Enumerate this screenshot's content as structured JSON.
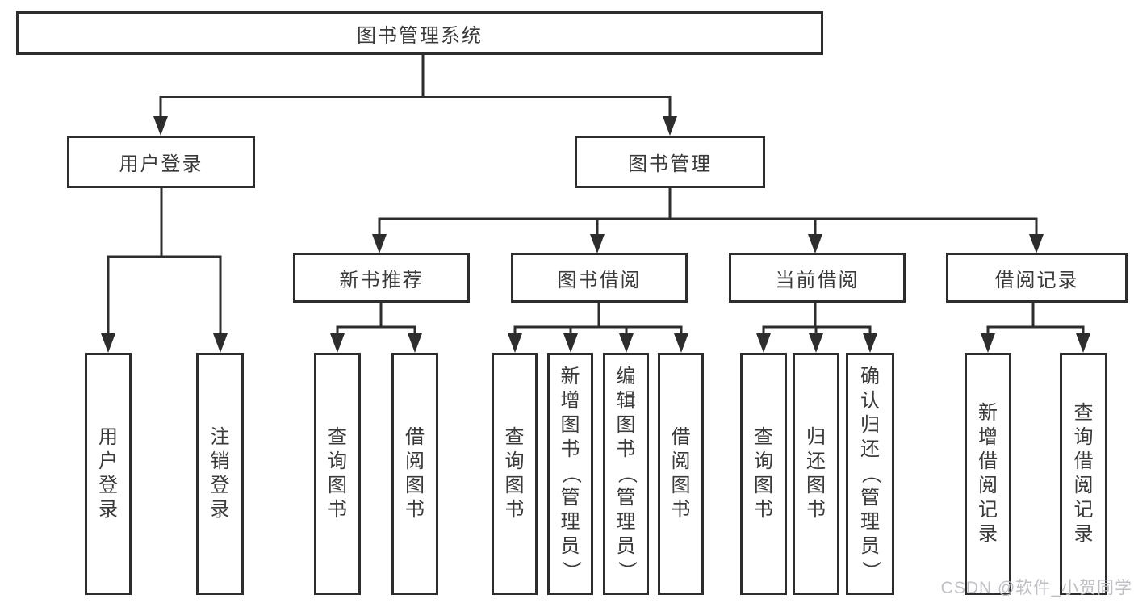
{
  "tree": {
    "root": "图书管理系统",
    "userLogin": {
      "label": "用户登录",
      "leaves": [
        "用户登录",
        "注销登录"
      ]
    },
    "bookManagement": {
      "label": "图书管理",
      "groups": [
        {
          "label": "新书推荐",
          "leaves": [
            "查询图书",
            "借阅图书"
          ]
        },
        {
          "label": "图书借阅",
          "leaves": [
            "查询图书",
            "新增图书（管理员）",
            "编辑图书（管理员）",
            "借阅图书"
          ]
        },
        {
          "label": "当前借阅",
          "leaves": [
            "查询图书",
            "归还图书",
            "确认归还（管理员）"
          ]
        },
        {
          "label": "借阅记录",
          "leaves": [
            "新增借阅记录",
            "查询借阅记录"
          ]
        }
      ]
    }
  },
  "watermark": "CSDN @软件_小贺同学",
  "colors": {
    "line": "#2d2d2d",
    "text": "#3a3a3a",
    "background": "#ffffff",
    "watermark": "#bcbcc2"
  }
}
